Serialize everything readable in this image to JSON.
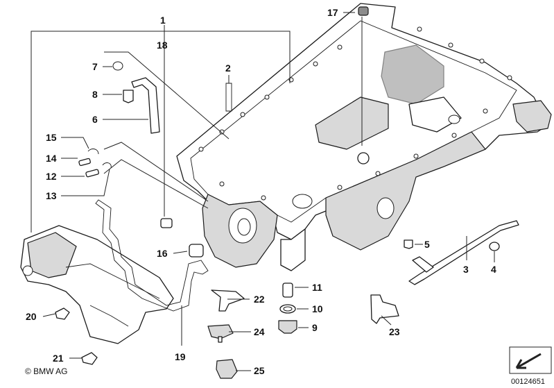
{
  "diagram": {
    "callouts": [
      {
        "id": "c1",
        "text": "1"
      },
      {
        "id": "c18",
        "text": "18"
      },
      {
        "id": "c17",
        "text": "17"
      },
      {
        "id": "c2",
        "text": "2"
      },
      {
        "id": "c7",
        "text": "7"
      },
      {
        "id": "c8",
        "text": "8"
      },
      {
        "id": "c6",
        "text": "6"
      },
      {
        "id": "c15",
        "text": "15"
      },
      {
        "id": "c14",
        "text": "14"
      },
      {
        "id": "c12",
        "text": "12"
      },
      {
        "id": "c13",
        "text": "13"
      },
      {
        "id": "c16",
        "text": "16"
      },
      {
        "id": "c5",
        "text": "5"
      },
      {
        "id": "c3",
        "text": "3"
      },
      {
        "id": "c4",
        "text": "4"
      },
      {
        "id": "c11",
        "text": "11"
      },
      {
        "id": "c10",
        "text": "10"
      },
      {
        "id": "c9",
        "text": "9"
      },
      {
        "id": "c22",
        "text": "22"
      },
      {
        "id": "c24",
        "text": "24"
      },
      {
        "id": "c23",
        "text": "23"
      },
      {
        "id": "c20",
        "text": "20"
      },
      {
        "id": "c21",
        "text": "21"
      },
      {
        "id": "c19",
        "text": "19"
      },
      {
        "id": "c25",
        "text": "25"
      }
    ],
    "copyright": "© BMW AG",
    "document_number": "00124651"
  }
}
